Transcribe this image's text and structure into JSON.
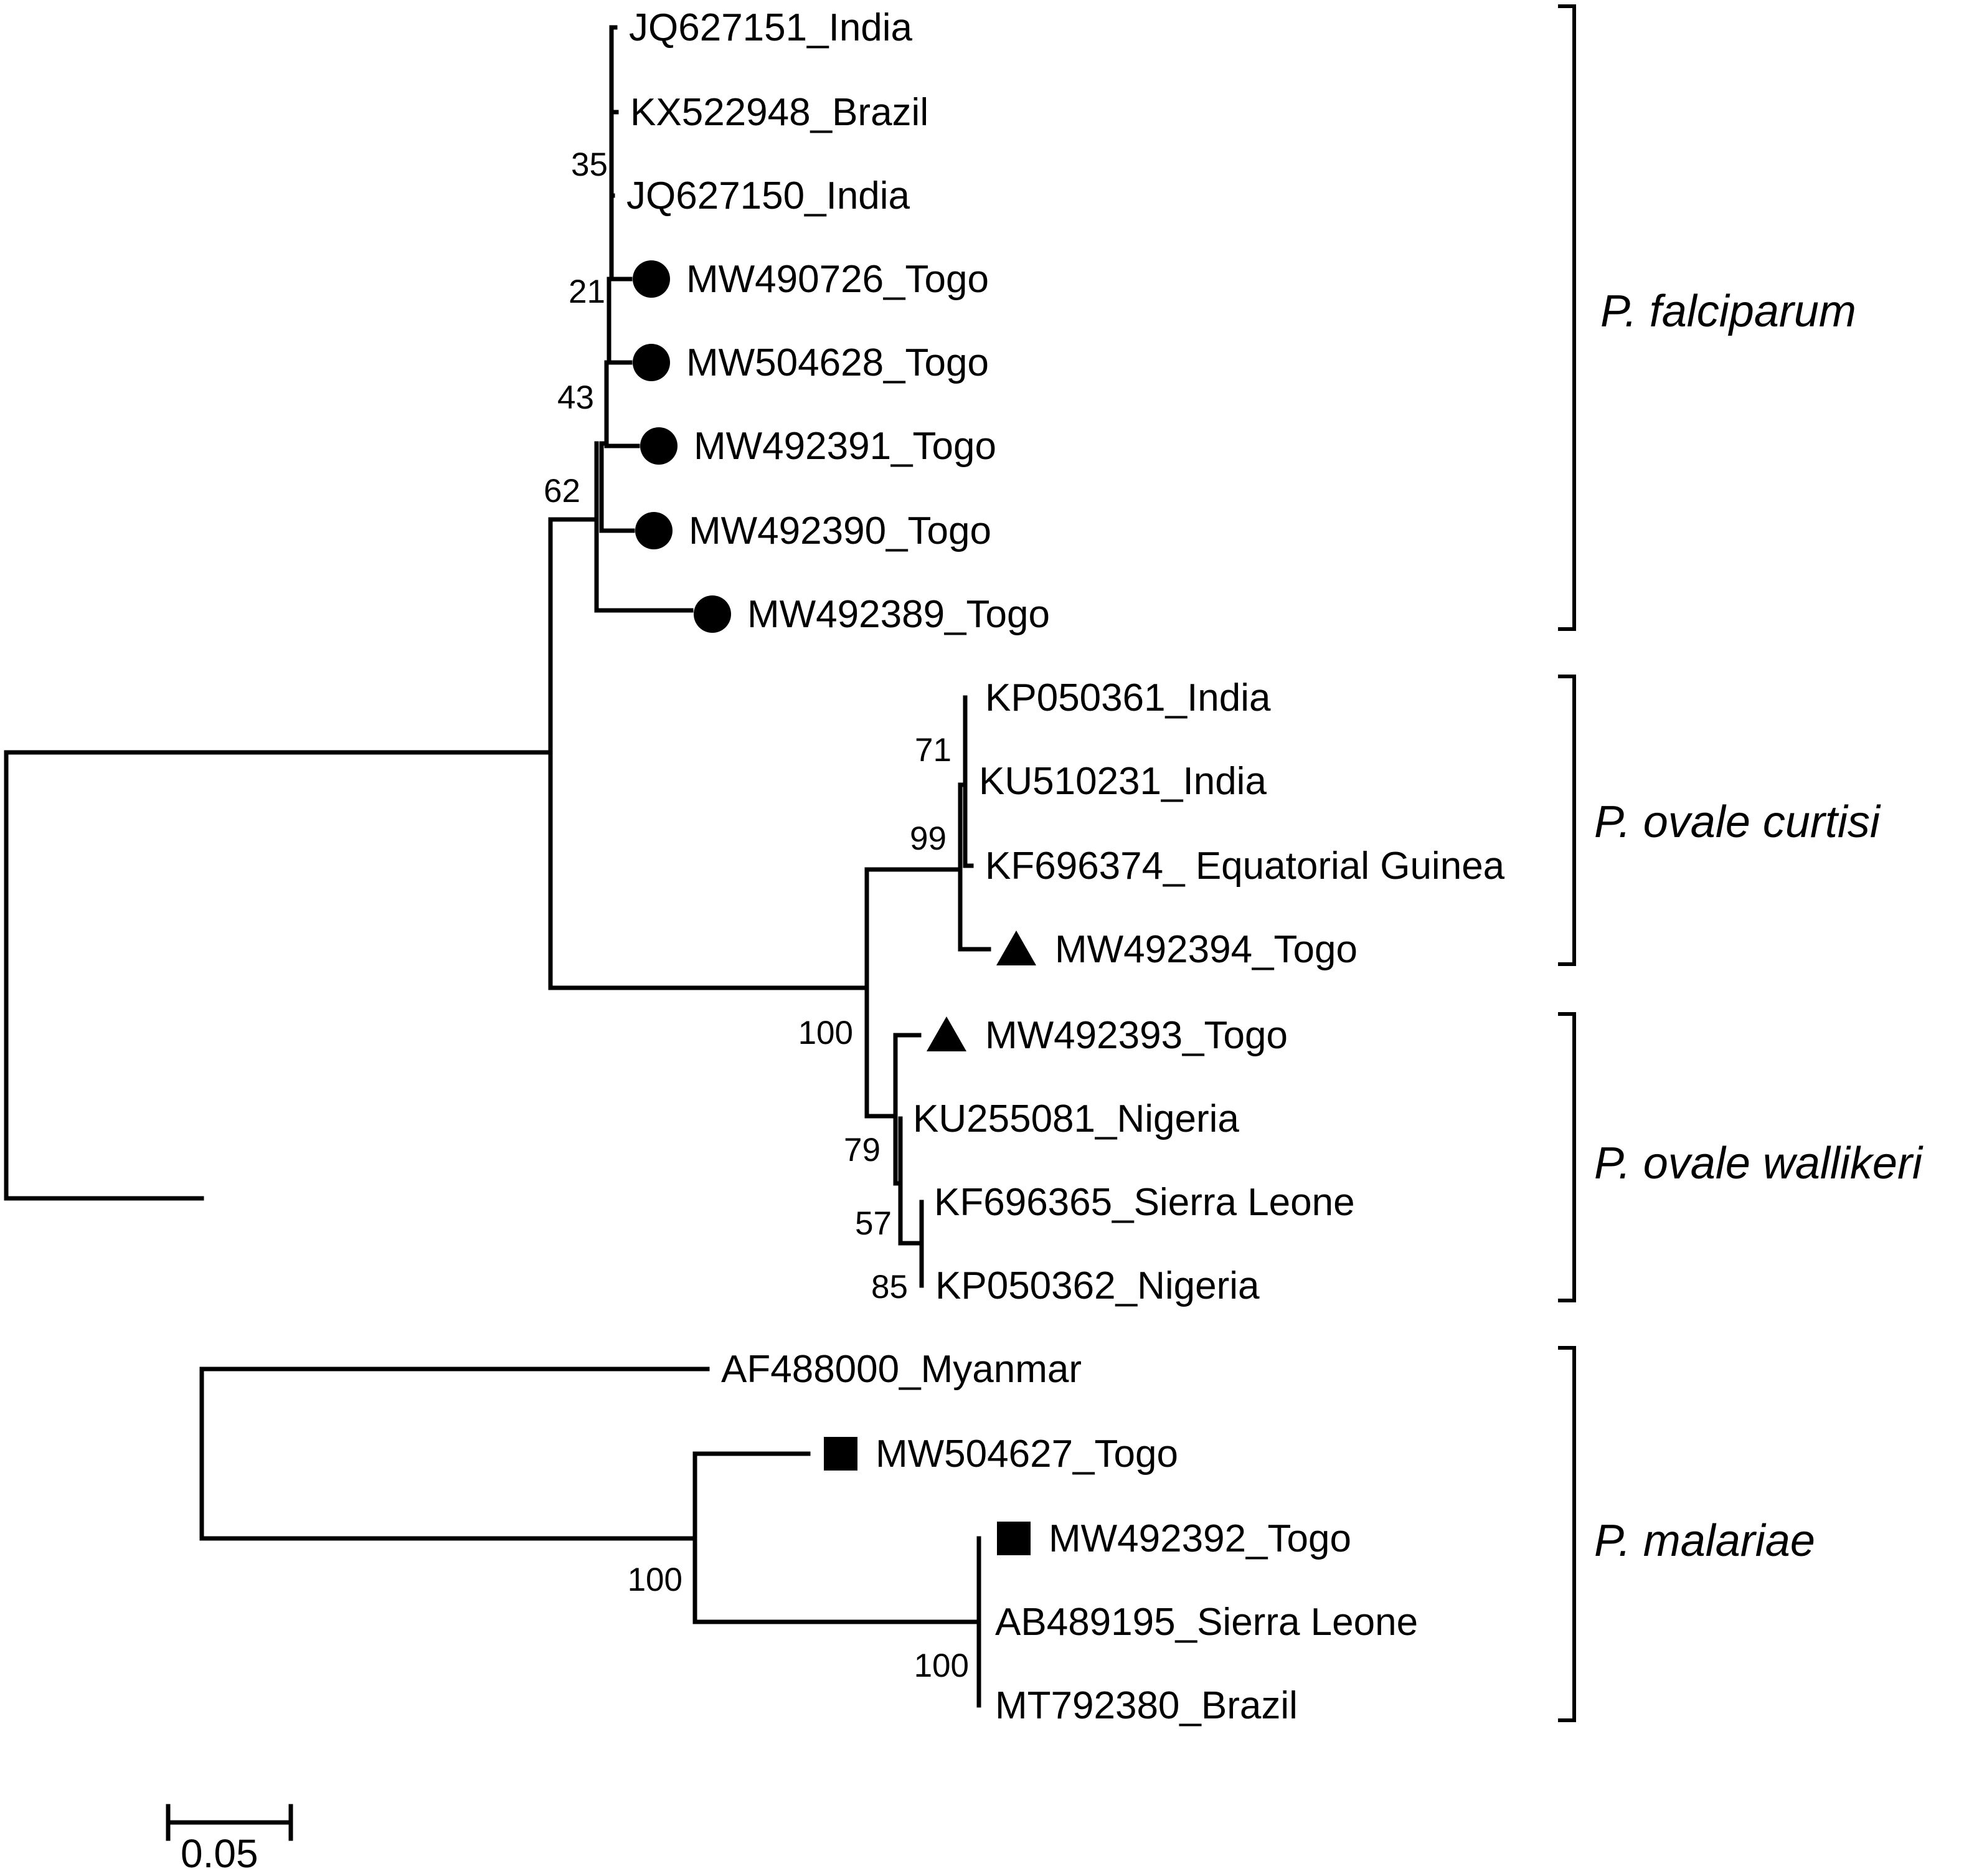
{
  "leaves": [
    {
      "id": "L0",
      "label": "JQ627151_India",
      "marker": "none"
    },
    {
      "id": "L1",
      "label": "KX522948_Brazil",
      "marker": "none"
    },
    {
      "id": "L2",
      "label": "JQ627150_India",
      "marker": "none"
    },
    {
      "id": "L3",
      "label": "MW490726_Togo",
      "marker": "circle"
    },
    {
      "id": "L4",
      "label": "MW504628_Togo",
      "marker": "circle"
    },
    {
      "id": "L5",
      "label": "MW492391_Togo",
      "marker": "circle"
    },
    {
      "id": "L6",
      "label": "MW492390_Togo",
      "marker": "circle"
    },
    {
      "id": "L7",
      "label": "MW492389_Togo",
      "marker": "circle"
    },
    {
      "id": "L8",
      "label": "KP050361_India",
      "marker": "none"
    },
    {
      "id": "L9",
      "label": "KU510231_India",
      "marker": "none"
    },
    {
      "id": "L10",
      "label": "KF696374_ Equatorial Guinea",
      "marker": "none"
    },
    {
      "id": "L11",
      "label": "MW492394_Togo",
      "marker": "triangle"
    },
    {
      "id": "L12",
      "label": "MW492393_Togo",
      "marker": "triangle"
    },
    {
      "id": "L13",
      "label": "KU255081_Nigeria",
      "marker": "none"
    },
    {
      "id": "L14",
      "label": "KF696365_Sierra Leone",
      "marker": "none"
    },
    {
      "id": "L15",
      "label": "KP050362_Nigeria",
      "marker": "none"
    },
    {
      "id": "L16",
      "label": "AF488000_Myanmar",
      "marker": "none"
    },
    {
      "id": "L17",
      "label": "MW504627_Togo",
      "marker": "square"
    },
    {
      "id": "L18",
      "label": "MW492392_Togo",
      "marker": "square"
    },
    {
      "id": "L19",
      "label": "AB489195_Sierra Leone",
      "marker": "none"
    },
    {
      "id": "L20",
      "label": "MT792380_Brazil",
      "marker": "none"
    }
  ],
  "bootstrap": [
    {
      "node": "n35",
      "value": "35"
    },
    {
      "node": "n21",
      "value": "21"
    },
    {
      "node": "n43",
      "value": "43"
    },
    {
      "node": "n62",
      "value": "62"
    },
    {
      "node": "n71",
      "value": "71"
    },
    {
      "node": "n99",
      "value": "99"
    },
    {
      "node": "n100a",
      "value": "100"
    },
    {
      "node": "n79",
      "value": "79"
    },
    {
      "node": "n57",
      "value": "57"
    },
    {
      "node": "n85",
      "value": "85"
    },
    {
      "node": "n100b",
      "value": "100"
    },
    {
      "node": "n100c",
      "value": "100"
    }
  ],
  "clades": [
    {
      "id": "falciparum",
      "label": "P. falciparum",
      "from": 0,
      "to": 7
    },
    {
      "id": "curtisi",
      "label": "P. ovale curtisi",
      "from": 8,
      "to": 11
    },
    {
      "id": "wallikeri",
      "label": "P. ovale wallikeri",
      "from": 12,
      "to": 15
    },
    {
      "id": "malariae",
      "label": "P. malariae",
      "from": 16,
      "to": 20
    }
  ],
  "scale_bar": {
    "label": "0.05",
    "length": 0.05
  },
  "colors": {
    "line": "#000000",
    "text": "#000000",
    "background": "#ffffff"
  }
}
